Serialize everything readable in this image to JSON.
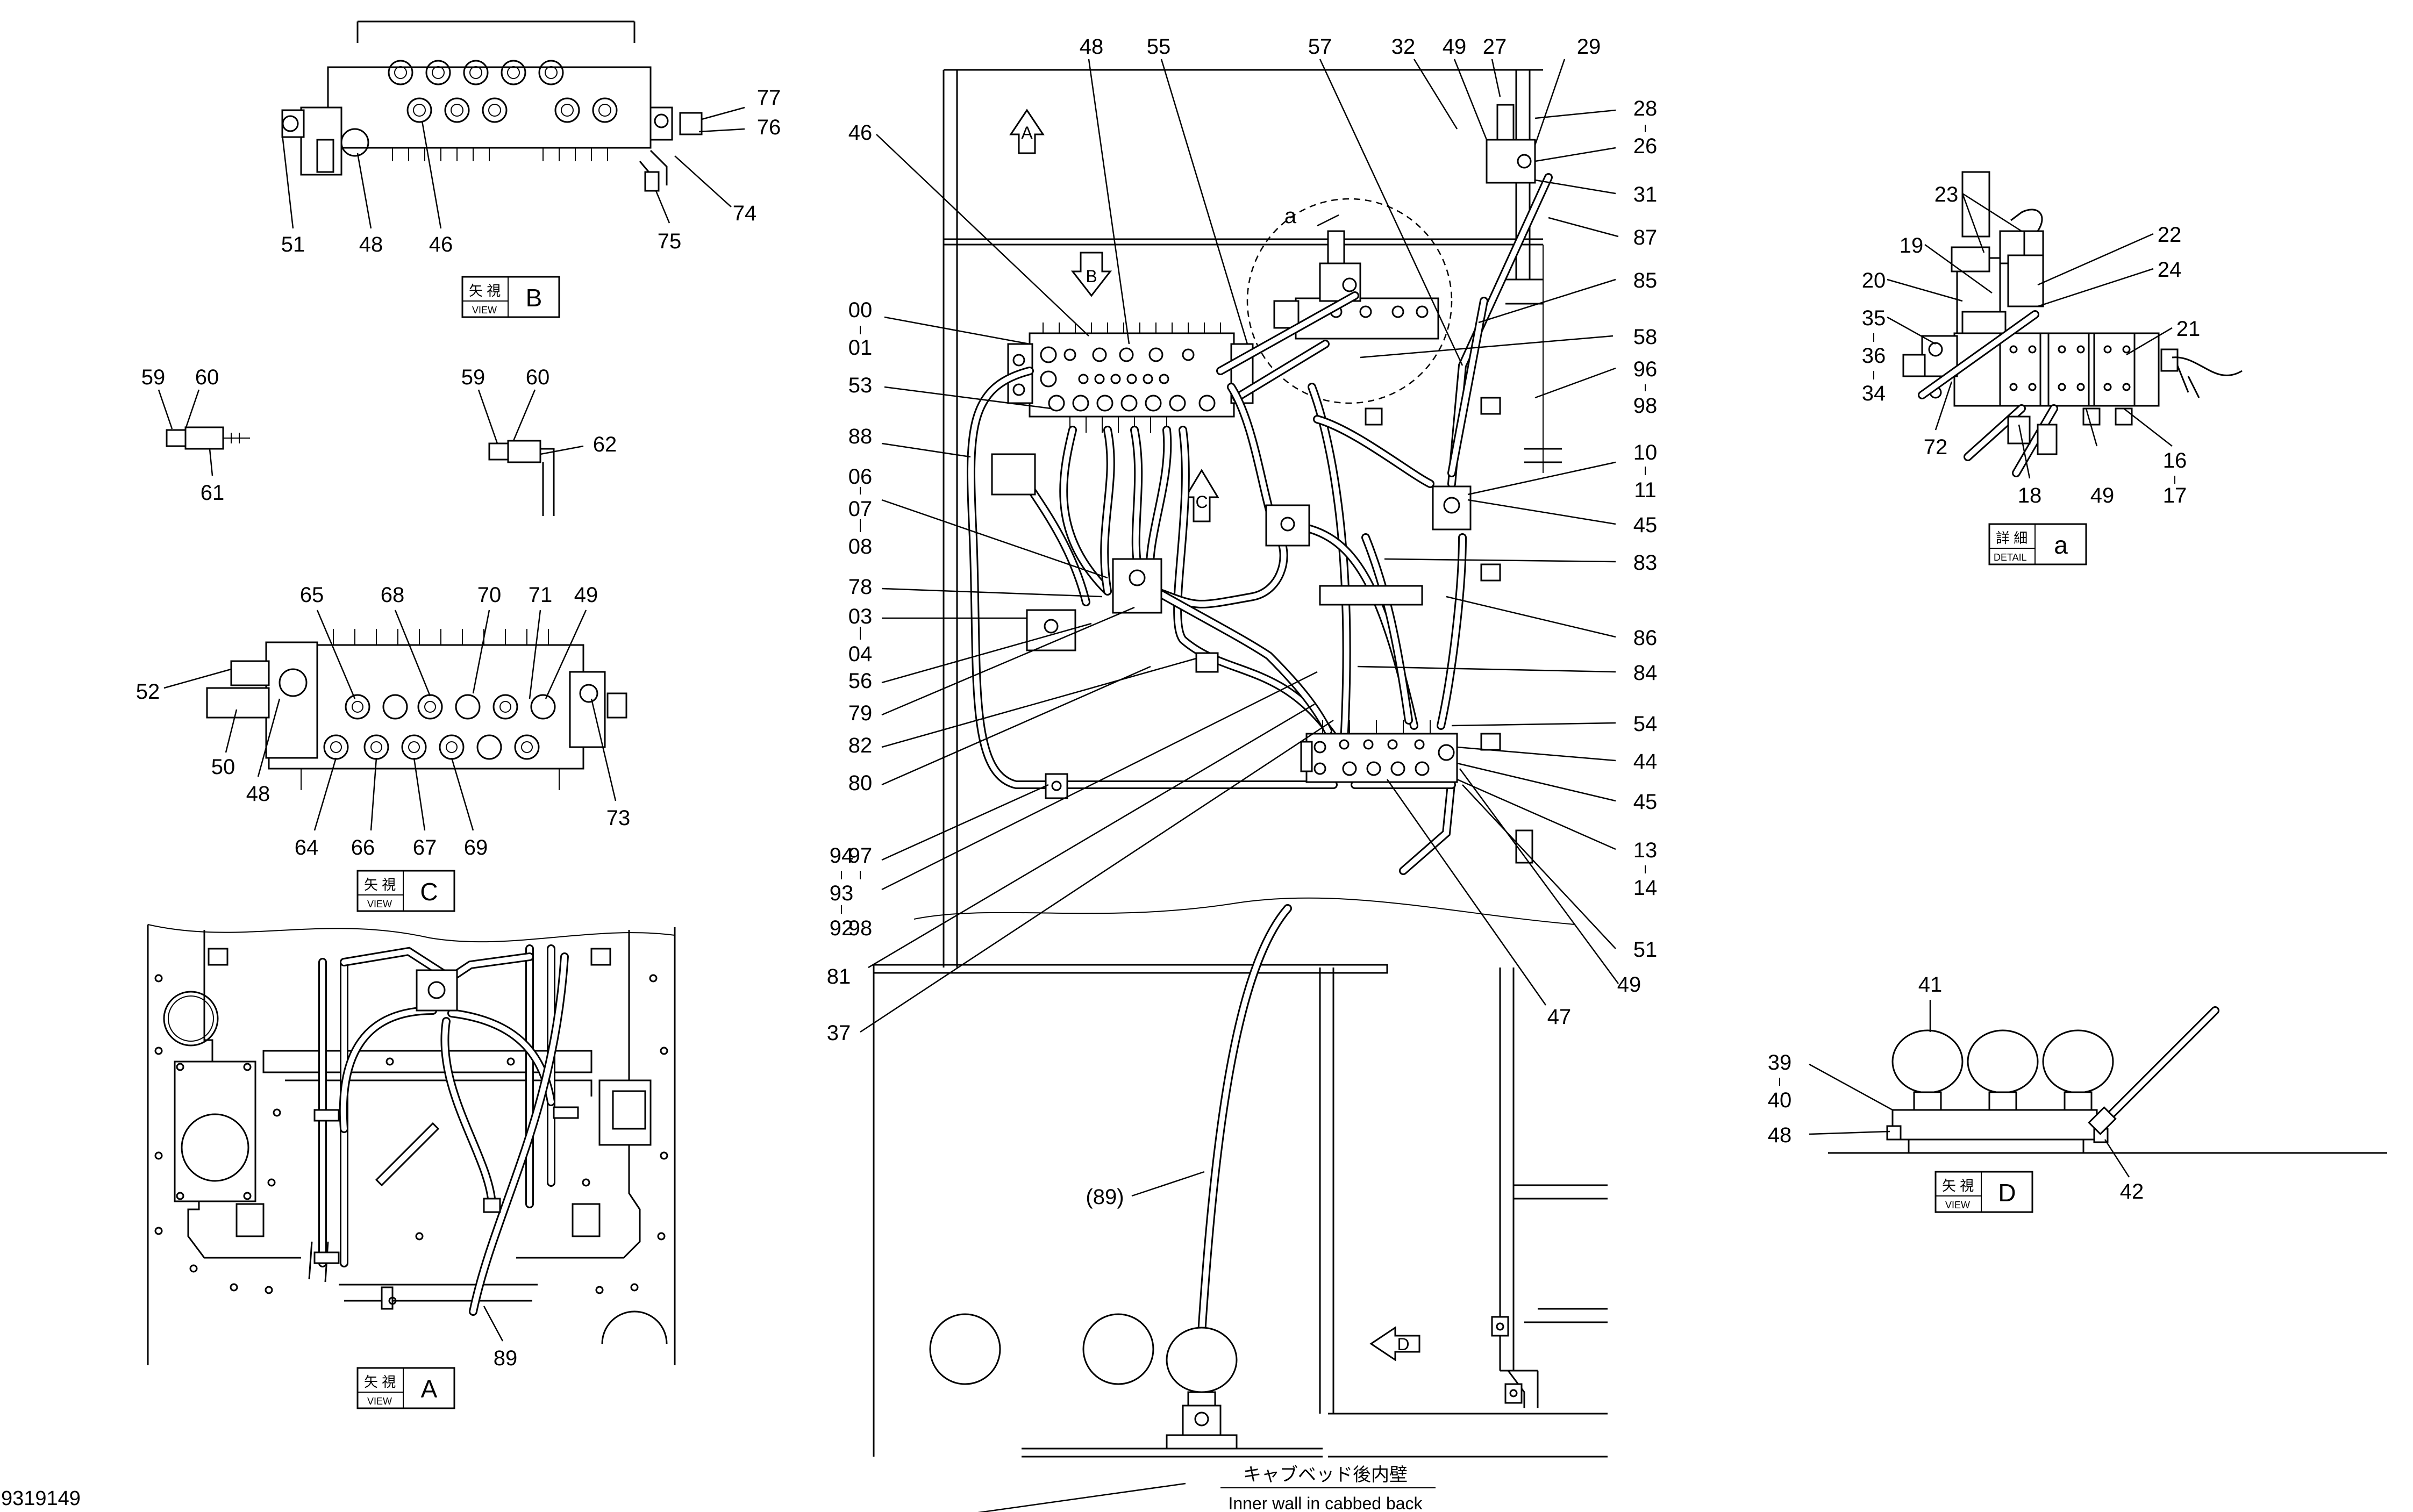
{
  "drawing_number": "9319149",
  "callouts": {
    "view_b": [
      "77",
      "76",
      "74",
      "75",
      "51",
      "48",
      "46"
    ],
    "view_59": [
      "59",
      "60",
      "61"
    ],
    "view_62": [
      "59",
      "60",
      "62"
    ],
    "view_c": [
      "65",
      "68",
      "70",
      "71",
      "49",
      "52",
      "50",
      "48",
      "64",
      "66",
      "67",
      "69",
      "73"
    ],
    "view_a": [
      "89"
    ],
    "main": [
      "48",
      "55",
      "57",
      "32",
      "49",
      "27",
      "29",
      "28",
      "26",
      "31",
      "87",
      "85",
      "58",
      "96",
      "98",
      "10",
      "11",
      "45",
      "83",
      "86",
      "84",
      "54",
      "44",
      "45",
      "13",
      "14",
      "51",
      "49",
      "47",
      "46",
      "00",
      "01",
      "53",
      "88",
      "06",
      "07",
      "08",
      "78",
      "03",
      "04",
      "56",
      "79",
      "82",
      "80",
      "94",
      "93",
      "92",
      "97",
      "98",
      "81",
      "37",
      "a",
      "(89)"
    ],
    "detail_a": [
      "23",
      "22",
      "24",
      "19",
      "20",
      "35",
      "36",
      "34",
      "21",
      "72",
      "18",
      "49",
      "16",
      "17"
    ],
    "view_d": [
      "41",
      "39",
      "40",
      "48",
      "42"
    ]
  },
  "view_labels": [
    {
      "jp": "矢 視",
      "en": "VIEW",
      "letter": "B"
    },
    {
      "jp": "矢 視",
      "en": "VIEW",
      "letter": "C"
    },
    {
      "jp": "矢 視",
      "en": "VIEW",
      "letter": "A"
    },
    {
      "jp": "詳 細",
      "en": "DETAIL",
      "letter": "a"
    },
    {
      "jp": "矢 視",
      "en": "VIEW",
      "letter": "D"
    }
  ],
  "view_arrows": [
    "A",
    "B",
    "C",
    "D"
  ],
  "inner_wall": {
    "jp": "キャブベッド後内壁",
    "en": "Inner wall in cabbed back"
  }
}
